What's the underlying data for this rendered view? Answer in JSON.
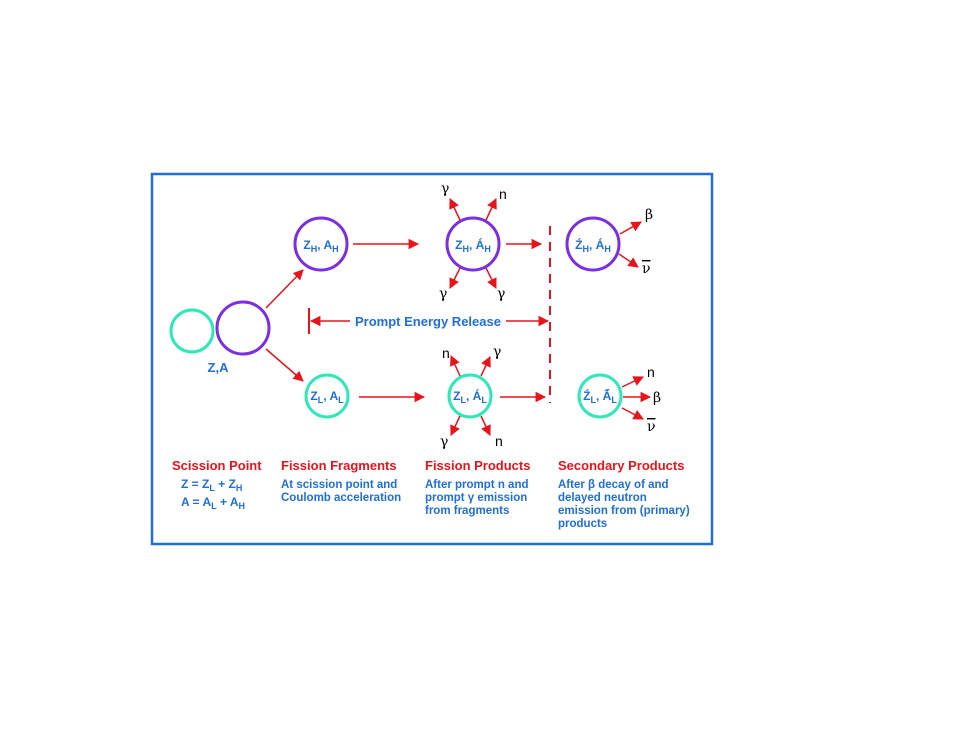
{
  "colors": {
    "frame": "#1f6fd6",
    "heavy": "#7b2fe0",
    "light": "#2ee8b8",
    "arrow": "#e8141b",
    "text_blue": "#1f6fd6",
    "header_red": "#e8141b"
  },
  "nuclei": {
    "parent": "Z,A",
    "heavy_fragment": {
      "z": "Z",
      "z_sub": "H",
      "sep": ", ",
      "a": "A",
      "a_sub": "H"
    },
    "heavy_product": {
      "z": "Z",
      "z_sub": "H",
      "sep": ", ",
      "a": "Á",
      "a_sub": "H"
    },
    "heavy_secondary": {
      "z": "Ź",
      "z_sub": "H",
      "sep": ", ",
      "a": "Á",
      "a_sub": "H"
    },
    "light_fragment": {
      "z": "Z",
      "z_sub": "L",
      "sep": ", ",
      "a": "A",
      "a_sub": "L"
    },
    "light_product": {
      "z": "Z",
      "z_sub": "L",
      "sep": ", ",
      "a": "Á",
      "a_sub": "L"
    },
    "light_secondary": {
      "z": "Ź",
      "z_sub": "L",
      "sep": ", ",
      "a": "Á̋",
      "a_sub": "L"
    }
  },
  "emissions": {
    "gamma": "γ",
    "neutron": "n",
    "beta": "β",
    "antineutrino": "ν"
  },
  "prompt_release_label": "Prompt Energy Release",
  "stages": [
    {
      "header": "Scission Point",
      "lines": []
    },
    {
      "header": "Fission Fragments",
      "lines": [
        "At scission point and",
        "Coulomb acceleration"
      ]
    },
    {
      "header": "Fission Products",
      "lines": [
        "After prompt n and",
        "prompt γ emission",
        "from fragments"
      ]
    },
    {
      "header": "Secondary Products",
      "lines": [
        "After β decay of and",
        "delayed neutron",
        "emission from (primary)",
        "products"
      ]
    }
  ],
  "equations": [
    {
      "lhs": "Z = Z",
      "s1": "L",
      "mid": " + Z",
      "s2": "H"
    },
    {
      "lhs": "A = A",
      "s1": "L",
      "mid": " + A",
      "s2": "H"
    }
  ]
}
